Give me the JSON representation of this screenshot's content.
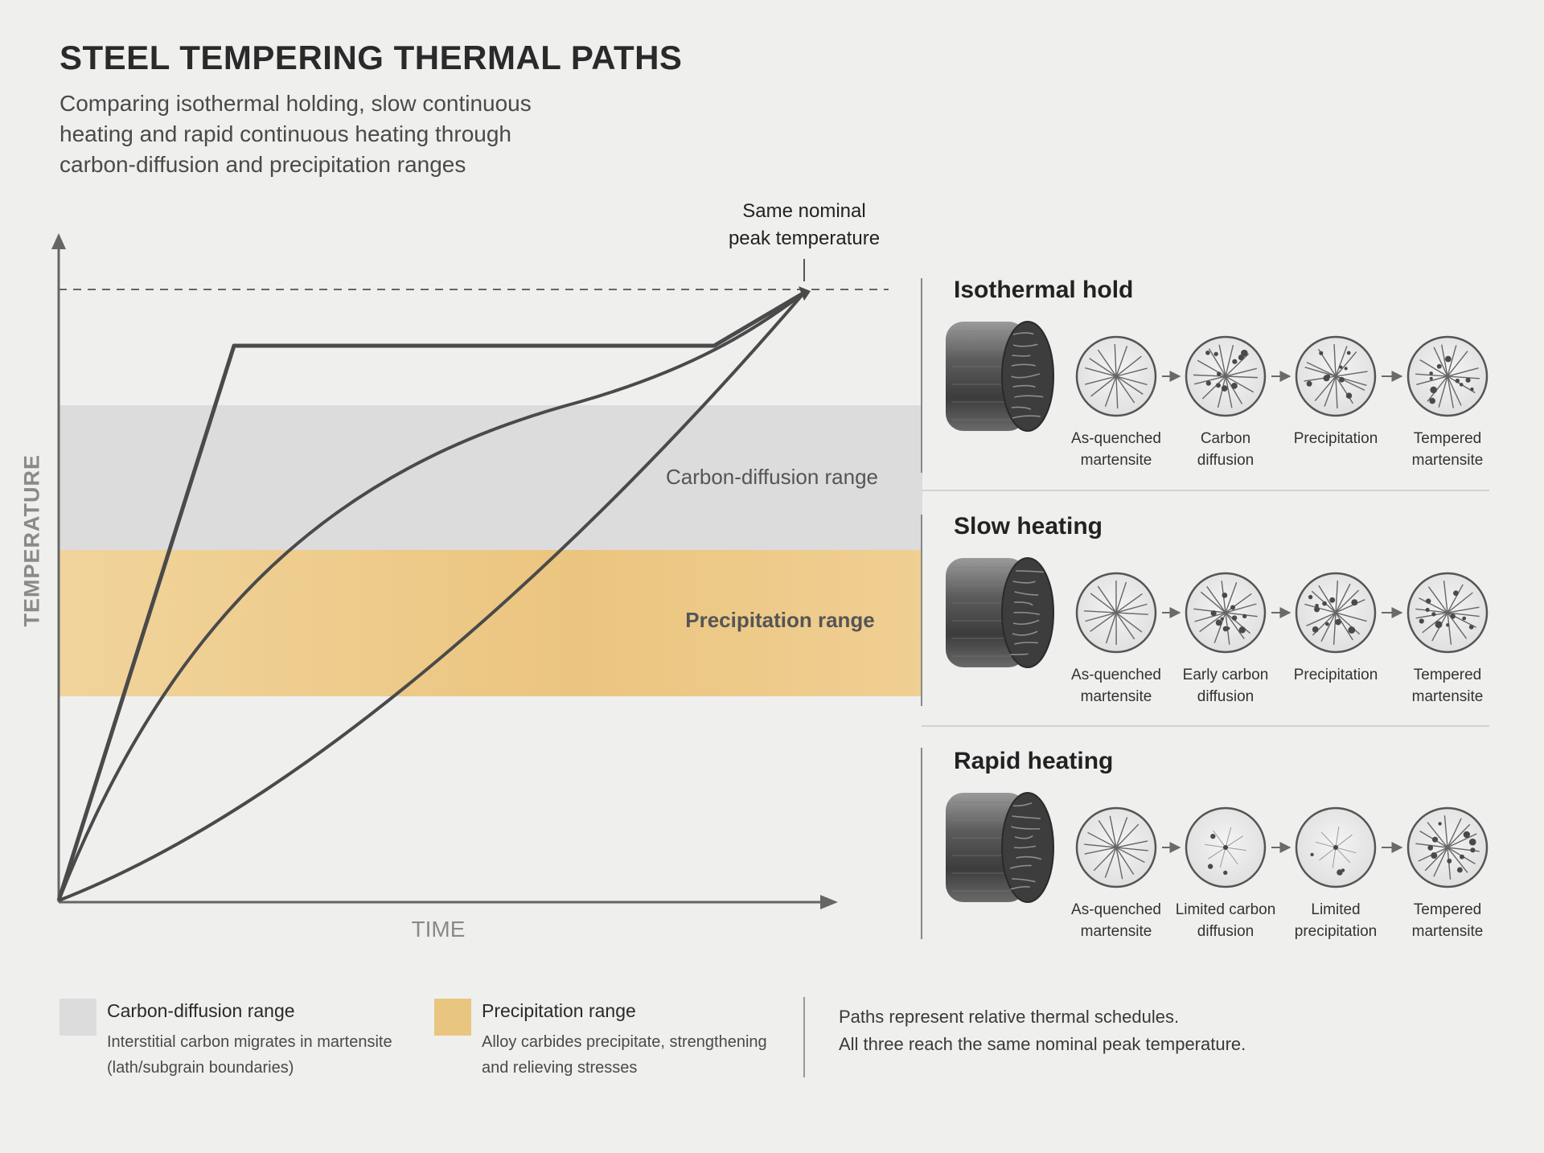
{
  "header": {
    "title": "STEEL TEMPERING THERMAL PATHS",
    "subtitle": "Comparing isothermal holding, slow continuous heating and rapid continuous heating through carbon-diffusion and precipitation ranges"
  },
  "chart": {
    "y_axis_label": "TEMPERATURE",
    "x_axis_label": "TIME",
    "peak_annotation_line1": "Same nominal",
    "peak_annotation_line2": "peak temperature",
    "bands": {
      "carbon_label": "Carbon-diffusion range",
      "precip_label": "Precipitation range"
    },
    "paths": [
      "isothermal",
      "slow",
      "rapid"
    ]
  },
  "rows": [
    {
      "title": "Isothermal hold",
      "stages": [
        {
          "line1": "As-quenched",
          "line2": "martensite"
        },
        {
          "line1": "Carbon",
          "line2": "diffusion"
        },
        {
          "line1": "Precipitation",
          "line2": ""
        },
        {
          "line1": "Tempered",
          "line2": "martensite"
        }
      ]
    },
    {
      "title": "Slow heating",
      "stages": [
        {
          "line1": "As-quenched",
          "line2": "martensite"
        },
        {
          "line1": "Early carbon",
          "line2": "diffusion"
        },
        {
          "line1": "Precipitation",
          "line2": ""
        },
        {
          "line1": "Tempered",
          "line2": "martensite"
        }
      ]
    },
    {
      "title": "Rapid heating",
      "stages": [
        {
          "line1": "As-quenched",
          "line2": "martensite"
        },
        {
          "line1": "Limited carbon",
          "line2": "diffusion"
        },
        {
          "line1": "Limited",
          "line2": "precipitation"
        },
        {
          "line1": "Tempered",
          "line2": "martensite"
        }
      ]
    }
  ],
  "legend": {
    "carbon": {
      "title": "Carbon-diffusion range",
      "desc1": "Interstitial carbon migrates in martensite",
      "desc2": "(lath/subgrain boundaries)"
    },
    "precip": {
      "title": "Precipitation range",
      "desc1": "Alloy carbides precipitate, strengthening",
      "desc2": "and relieving stresses"
    },
    "note1": "Paths represent relative thermal schedules.",
    "note2": "All three reach the same nominal peak temperature."
  },
  "colors": {
    "carbon_band": "#dcdcdc",
    "precip_band": "#efcd8e",
    "curve": "#4a4a4a"
  }
}
